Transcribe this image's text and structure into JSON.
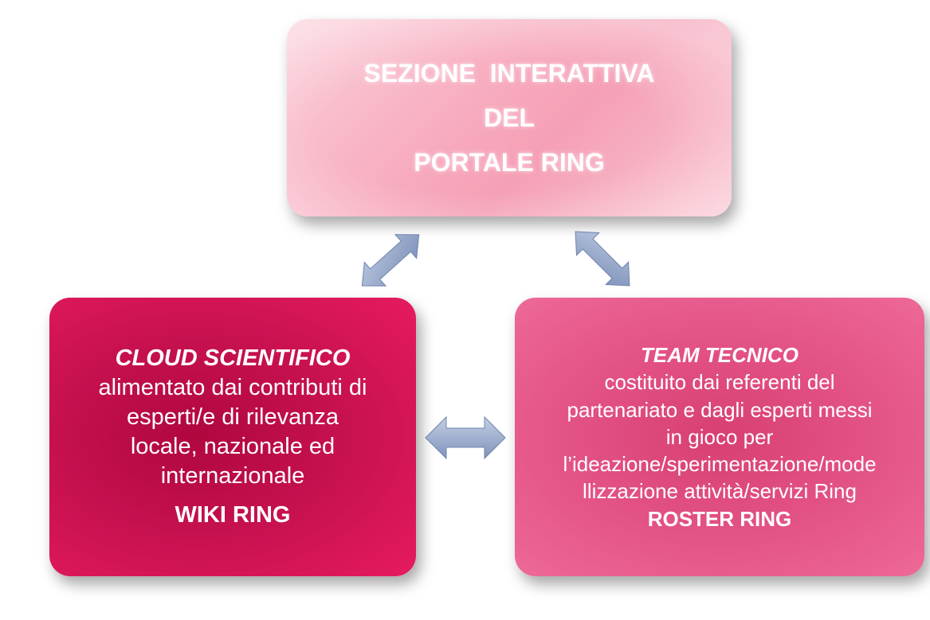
{
  "top_box": {
    "line1": "SEZIONE  INTERATTIVA",
    "line2": "DEL",
    "line3": "PORTALE RING"
  },
  "left_box": {
    "title": "CLOUD SCIENTIFICO",
    "description": [
      "alimentato dai contributi di",
      "esperti/e di rilevanza",
      "locale, nazionale ed",
      "internazionale"
    ],
    "footer": "WIKI RING"
  },
  "right_box": {
    "title": "TEAM TECNICO",
    "description": [
      "costituito dai referenti del",
      "partenariato  e dagli  esperti messi",
      "in gioco per",
      "l’ideazione/sperimentazione/mode",
      "llizzazione attività/servizi  Ring"
    ],
    "footer": "ROSTER RING"
  },
  "colors": {
    "top_box": "#f7a9bd",
    "left_box": "#c4104e",
    "right_box": "#e5568a",
    "arrows": "#8fa3c7"
  },
  "connectors": [
    "top-left-double-arrow",
    "top-right-double-arrow",
    "horizontal-double-arrow"
  ]
}
